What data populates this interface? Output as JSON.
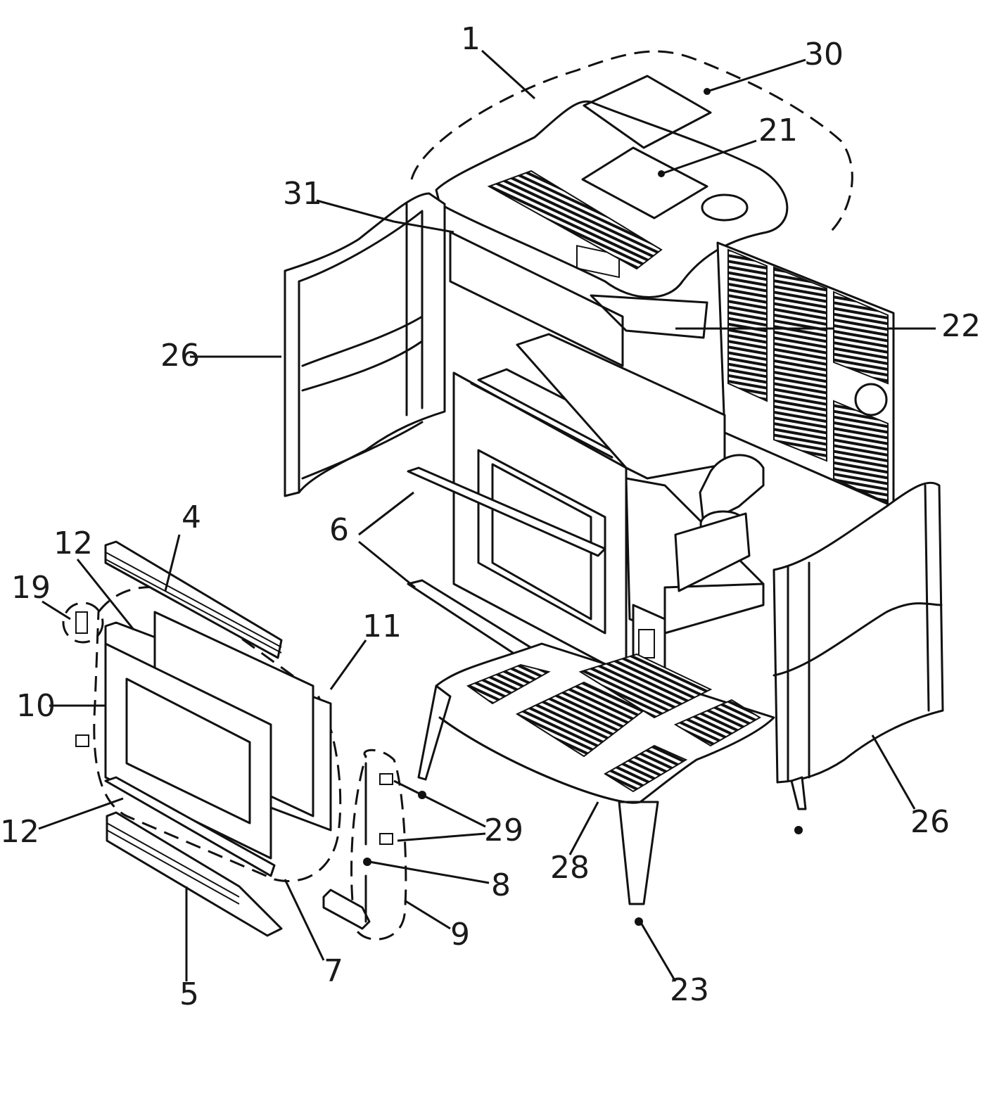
{
  "diagram": {
    "labels": {
      "l1": "1",
      "l30": "30",
      "l21": "21",
      "l31": "31",
      "l26a": "26",
      "l22": "22",
      "l4": "4",
      "l12a": "12",
      "l19": "19",
      "l6": "6",
      "l11": "11",
      "l10": "10",
      "l29": "29",
      "l26b": "26",
      "l12b": "12",
      "l28": "28",
      "l8": "8",
      "l9": "9",
      "l7": "7",
      "l5": "5",
      "l23": "23"
    }
  }
}
